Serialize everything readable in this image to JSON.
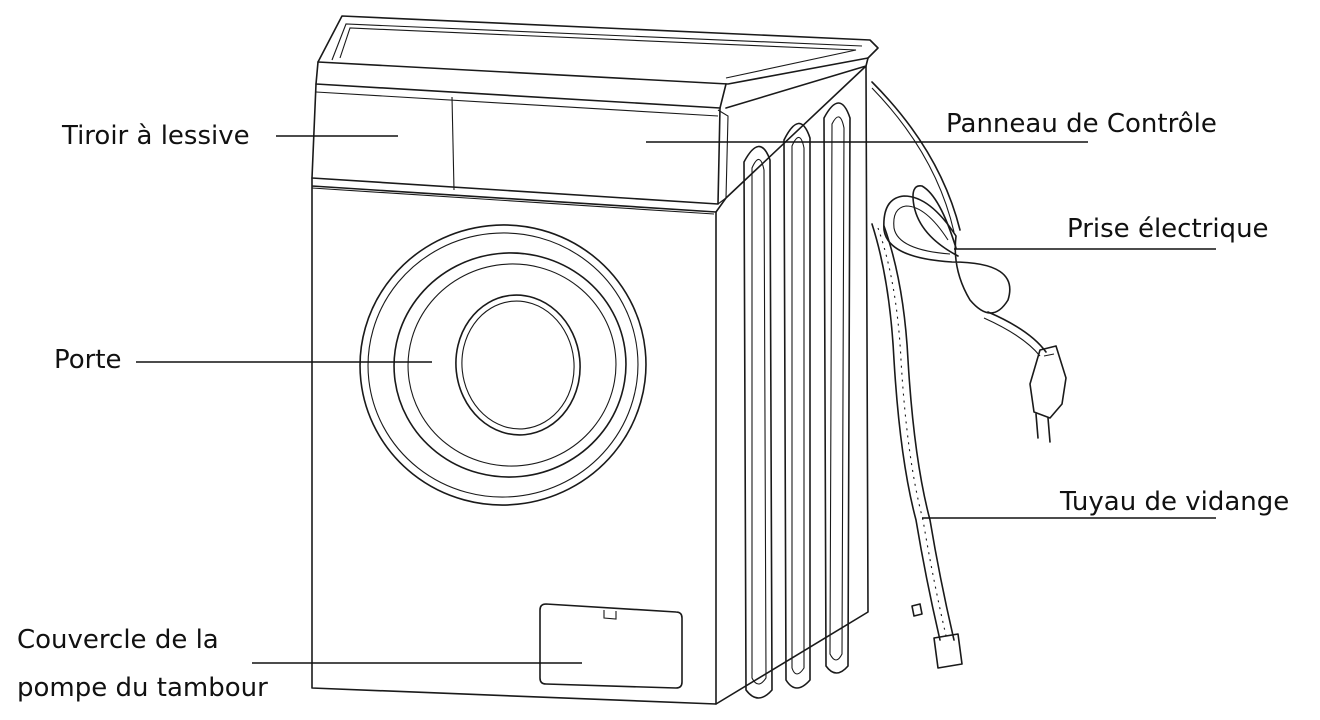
{
  "labels": {
    "detergent_drawer": "Tiroir à lessive",
    "control_panel": "Panneau de Contrôle",
    "power_plug": "Prise électrique",
    "door": "Porte",
    "drain_hose": "Tuyau de vidange",
    "pump_cover_line1": "Couvercle de la",
    "pump_cover_line2": "pompe du tambour"
  },
  "colors": {
    "line": "#1a1a1a",
    "text": "#111111",
    "background": "#ffffff"
  }
}
